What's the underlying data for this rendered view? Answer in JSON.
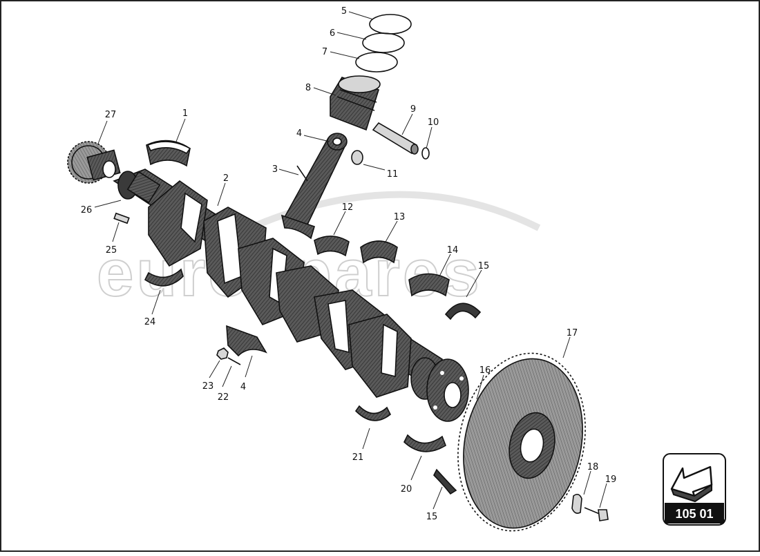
{
  "diagram": {
    "callouts": [
      "1",
      "2",
      "3",
      "4",
      "5",
      "6",
      "7",
      "8",
      "9",
      "10",
      "11",
      "12",
      "13",
      "14",
      "15",
      "16",
      "17",
      "18",
      "19",
      "20",
      "21",
      "22",
      "23",
      "24",
      "25",
      "26",
      "27",
      "4",
      "15"
    ],
    "watermark": "eurospares",
    "page_number": "105 01"
  }
}
